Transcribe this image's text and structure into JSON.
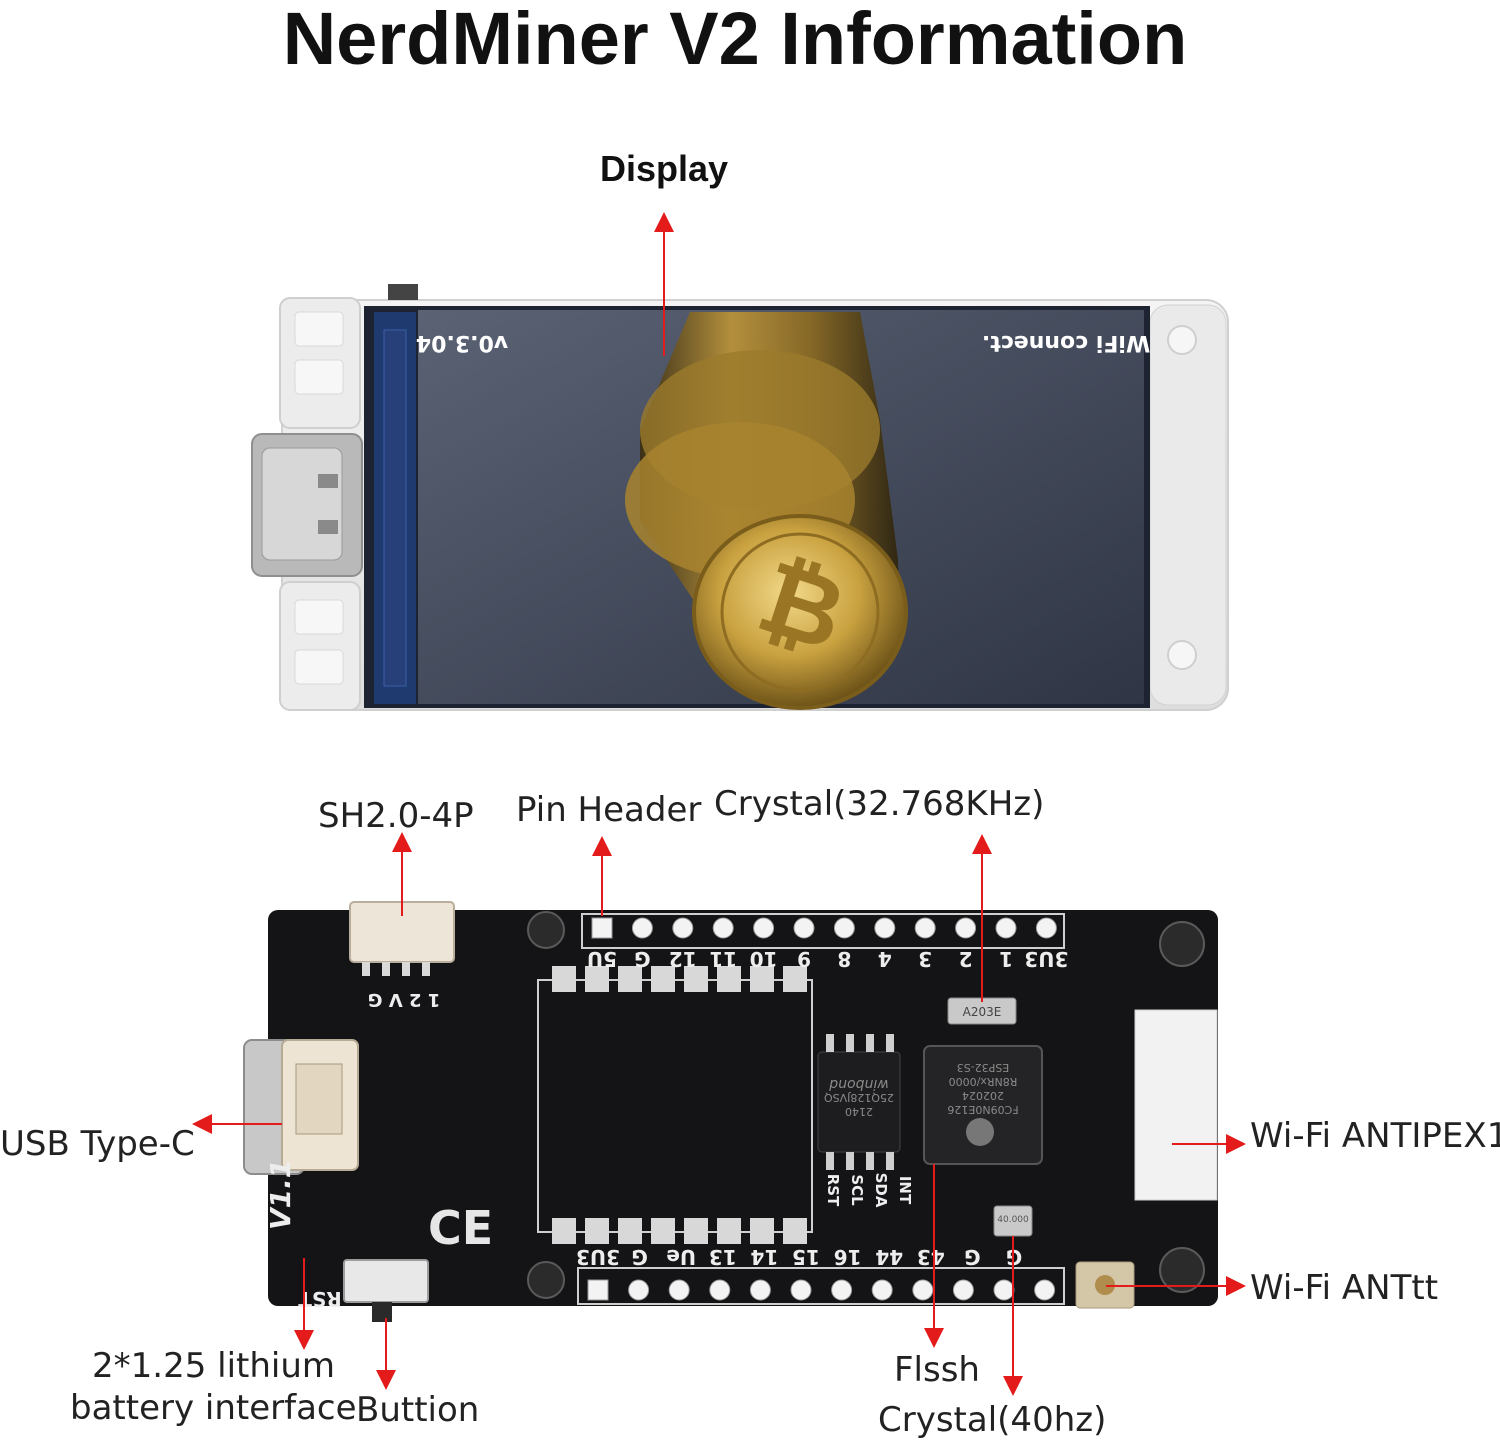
{
  "title": "NerdMiner V2 Information",
  "screen": {
    "version_text": "v0.3.04",
    "wifi_text": "WiFi connect."
  },
  "labels": {
    "display": "Display",
    "sh_connector": "SH2.0-4P",
    "pin_header": "Pin Header",
    "crystal_rtc": "Crystal(32.768KHz)",
    "usb": "USB Type-C",
    "wifi_antipex": "Wi-Fi ANTIPEX1",
    "wifi_ant": "Wi-Fi ANTtt",
    "battery_line1": "2*1.25 lithium",
    "battery_line2": "battery interface",
    "button": "Buttion",
    "flash": "Flssh",
    "crystal_main": "Crystal(40hz)"
  },
  "board": {
    "top_pins": [
      "3U3",
      "1",
      "2",
      "3",
      "4",
      "8",
      "9",
      "10",
      "11",
      "12",
      "G",
      "5U"
    ],
    "bottom_pins": [
      "3U3",
      "G",
      "Ue",
      "13",
      "14",
      "15",
      "16",
      "44",
      "43",
      "G",
      "G"
    ],
    "version_mark": "V1.1",
    "rst_mark": "RST",
    "conn_mark": "1 2 V G",
    "flash_chip_lines": [
      "winbond",
      "25Q128JVSQ",
      "2140"
    ],
    "esp_chip_lines": [
      "ESP32-S3",
      "R8NRx/0000",
      "202024",
      "FC09N0E126"
    ],
    "i2c_pins": [
      "RST",
      "SCL",
      "SDA",
      "INT"
    ],
    "crystal_mark": "40.000",
    "rtc_mark": "A203E"
  },
  "colors": {
    "arrow": "#e31b1b",
    "pcb": "#141416",
    "pad": "#cfcfcf",
    "screen_bg": "#3f4657"
  }
}
